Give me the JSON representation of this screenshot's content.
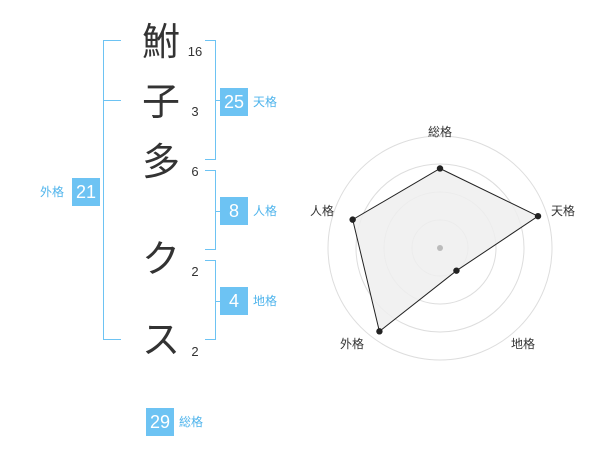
{
  "name": {
    "characters": [
      {
        "char": "鮒",
        "strokes": "16"
      },
      {
        "char": "子",
        "strokes": "3"
      },
      {
        "char": "多",
        "strokes": "6"
      },
      {
        "char": "ク",
        "strokes": "2"
      },
      {
        "char": "ス",
        "strokes": "2"
      }
    ]
  },
  "fortune": {
    "tenkaku": {
      "value": "25",
      "label": "天格"
    },
    "jinkaku": {
      "value": "8",
      "label": "人格"
    },
    "chikaku": {
      "value": "4",
      "label": "地格"
    },
    "gaikaku": {
      "value": "21",
      "label": "外格"
    },
    "soukaku": {
      "value": "29",
      "label": "総格"
    }
  },
  "colors": {
    "accent": "#6dc3f3",
    "text": "#333333"
  },
  "radar": {
    "axes": [
      "総格",
      "天格",
      "地格",
      "外格",
      "人格"
    ],
    "values": [
      0.71,
      0.92,
      0.25,
      0.92,
      0.82
    ],
    "rings": 4
  }
}
